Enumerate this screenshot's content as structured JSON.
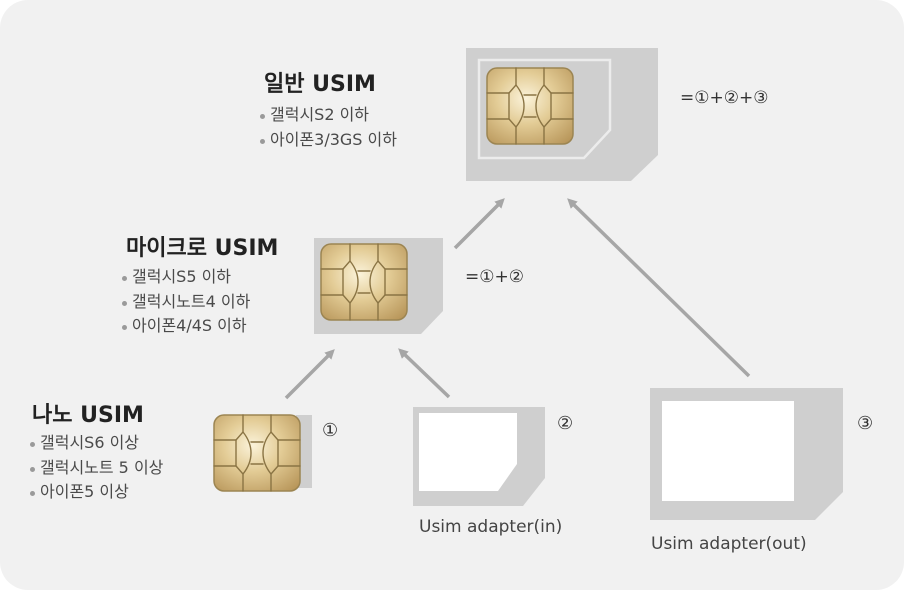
{
  "cards": {
    "standard": {
      "title": "일반 USIM",
      "items": [
        "갤럭시S2 이하",
        "아이폰3/3GS 이하"
      ],
      "formula": "=①+②+③"
    },
    "micro": {
      "title": "마이크로 USIM",
      "items": [
        "갤럭시S5 이하",
        "갤럭시노트4 이하",
        "아이폰4/4S 이하"
      ],
      "formula": "=①+②"
    },
    "nano": {
      "title": "나노 USIM",
      "items": [
        "갤럭시S6 이상",
        "갤럭시노트 5 이상",
        "아이폰5 이상"
      ],
      "marker": "①"
    }
  },
  "adapters": {
    "inner": {
      "marker": "②",
      "caption": "Usim adapter(in)"
    },
    "outer": {
      "marker": "③",
      "caption": "Usim adapter(out)"
    }
  },
  "colors": {
    "background": "#f1f1f1",
    "card_gray": "#cfcfcf",
    "chip_gold": "#d8bf85",
    "arrow_gray": "#a6a6a6"
  }
}
